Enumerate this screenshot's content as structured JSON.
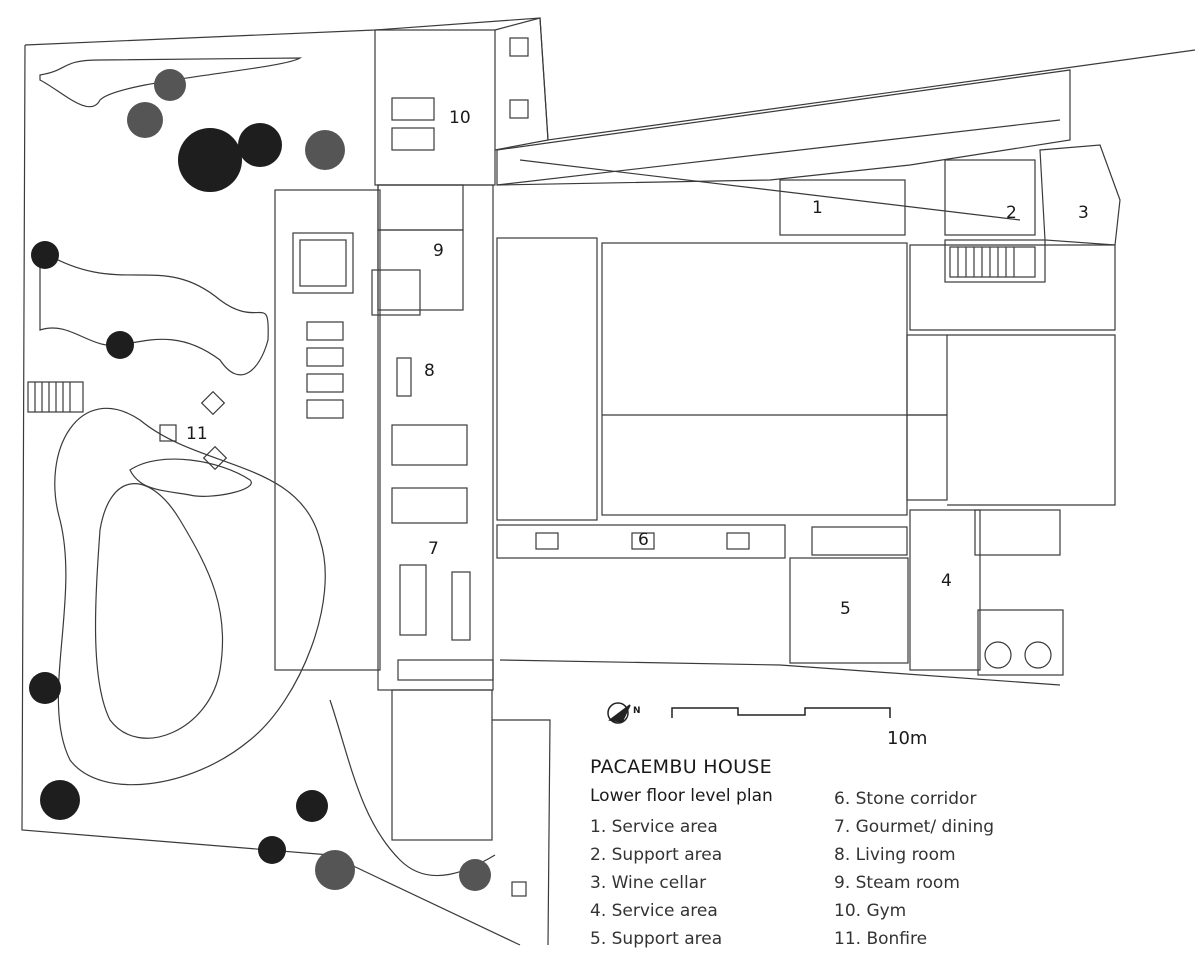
{
  "title": "PACAEMBU HOUSE",
  "subtitle": "Lower floor level plan",
  "scale_label": "10m",
  "north_label": "N",
  "room_numbers": [
    "1",
    "2",
    "3",
    "4",
    "5",
    "6",
    "7",
    "8",
    "9",
    "10",
    "11"
  ],
  "legend": [
    "1. Service area",
    "2. Support area",
    "3. Wine cellar",
    "4. Service area",
    "5. Support area",
    "6. Stone corridor",
    "7. Gourmet/ dining",
    "8. Living room",
    "9. Steam room",
    "10. Gym",
    "11. Bonfire"
  ],
  "icons": [
    "north-arrow-icon",
    "scale-bar-icon",
    "palm-tree-icon"
  ],
  "colors": {
    "line": "#3a3a3a",
    "paper": "#ffffff",
    "tree": "#1e1e1e"
  }
}
